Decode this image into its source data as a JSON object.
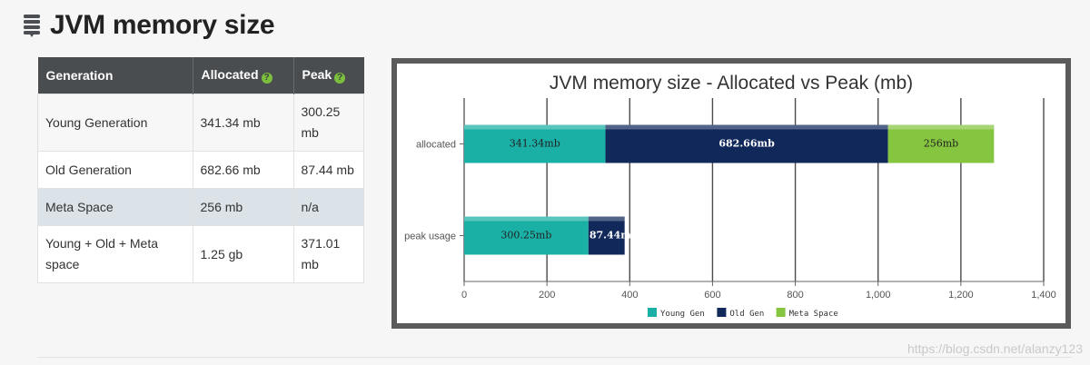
{
  "page": {
    "title": "JVM memory size",
    "icon": "database-stack-icon"
  },
  "table": {
    "headers": {
      "generation": "Generation",
      "allocated": "Allocated",
      "peak": "Peak",
      "help_glyph": "?"
    },
    "rows": [
      {
        "generation": "Young Generation",
        "allocated": "341.34 mb",
        "peak": "300.25 mb"
      },
      {
        "generation": "Old Generation",
        "allocated": "682.66 mb",
        "peak": "87.44 mb"
      },
      {
        "generation": "Meta Space",
        "allocated": "256 mb",
        "peak": "n/a"
      },
      {
        "generation": "Young + Old + Meta space",
        "allocated": "1.25 gb",
        "peak": "371.01 mb"
      }
    ]
  },
  "chart_data": {
    "type": "bar",
    "orientation": "horizontal",
    "stacked": true,
    "title": "JVM memory size - Allocated vs Peak (mb)",
    "categories": [
      "allocated",
      "peak usage"
    ],
    "series": [
      {
        "name": "Young Gen",
        "color": "#1ab0a5",
        "values": [
          341.34,
          300.25
        ],
        "labels": [
          "341.34mb",
          "300.25mb"
        ]
      },
      {
        "name": "Old Gen",
        "color": "#10285a",
        "values": [
          682.66,
          87.44
        ],
        "labels": [
          "682.66mb",
          "87.44mb"
        ]
      },
      {
        "name": "Meta Space",
        "color": "#86c540",
        "values": [
          256,
          0
        ],
        "labels": [
          "256mb",
          ""
        ]
      }
    ],
    "xlim": [
      0,
      1400
    ],
    "xticks": [
      0,
      200,
      400,
      600,
      800,
      1000,
      1200,
      1400
    ],
    "xtick_labels": [
      "0",
      "200",
      "400",
      "600",
      "800",
      "1,000",
      "1,200",
      "1,400"
    ],
    "grid": true,
    "legend_position": "bottom-center"
  },
  "watermark": "https://blog.csdn.net/alanzy123"
}
